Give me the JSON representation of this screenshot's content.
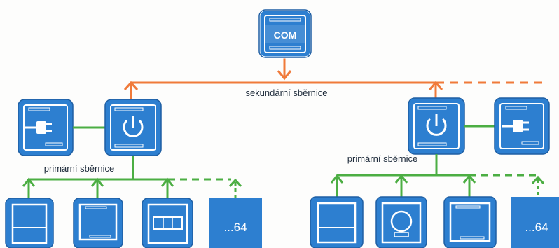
{
  "colors": {
    "device_blue": "#2d7fd0",
    "device_border": "#1f5fa3",
    "orange_bus": "#f07a3a",
    "green_bus": "#4cae43",
    "white": "#ffffff"
  },
  "com_unit": {
    "label": "COM",
    "icon": "controller-icon"
  },
  "secondary_bus": {
    "label": "sekundární sběrnice"
  },
  "segments": [
    {
      "primary_bus_label": "primární sběrnice",
      "power_icon": "power-icon",
      "supply_icon": "plug-icon",
      "devices": [
        {
          "icon": "switch-panel-icon"
        },
        {
          "icon": "din-module-icon"
        },
        {
          "icon": "display-panel-icon"
        },
        {
          "label": "...64"
        }
      ]
    },
    {
      "primary_bus_label": "primární sběrnice",
      "power_icon": "power-icon",
      "supply_icon": "plug-icon",
      "devices": [
        {
          "icon": "switch-panel-icon"
        },
        {
          "icon": "thermostat-icon"
        },
        {
          "icon": "din-module-icon"
        },
        {
          "label": "...64"
        }
      ]
    }
  ]
}
